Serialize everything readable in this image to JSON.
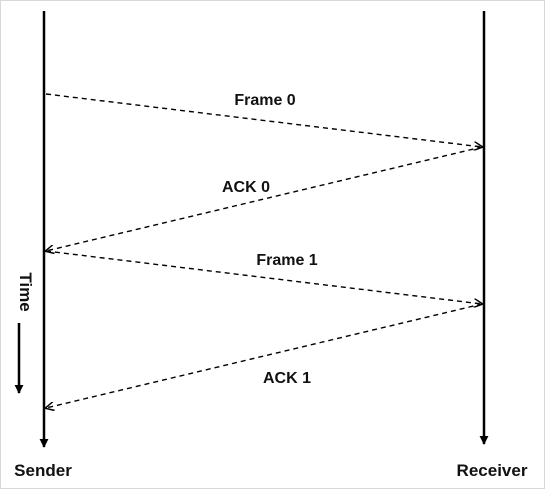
{
  "entities": {
    "sender": "Sender",
    "receiver": "Receiver"
  },
  "time_axis": {
    "label": "Time"
  },
  "messages": [
    {
      "label": "Frame 0",
      "from": "sender",
      "to": "receiver"
    },
    {
      "label": "ACK 0",
      "from": "receiver",
      "to": "sender"
    },
    {
      "label": "Frame 1",
      "from": "sender",
      "to": "receiver"
    },
    {
      "label": "ACK 1",
      "from": "receiver",
      "to": "sender"
    }
  ],
  "colors": {
    "line": "#000000",
    "text": "#111111",
    "background": "#ffffff"
  }
}
